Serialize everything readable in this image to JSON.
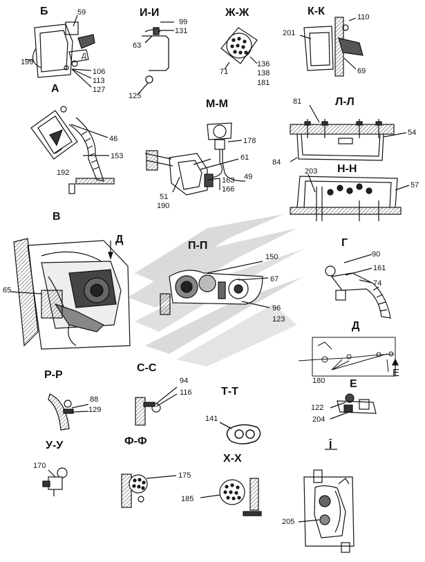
{
  "sections": {
    "b": "Б",
    "ii": "И-И",
    "zhzh": "Ж-Ж",
    "kk": "К-К",
    "a": "А",
    "mm": "М-М",
    "ll": "Л-Л",
    "nn": "Н-Н",
    "v": "В",
    "d_top": "Д",
    "pp": "П-П",
    "g": "Г",
    "d_right": "Д",
    "e": "Е",
    "rr": "Р-Р",
    "ss": "С-С",
    "tt": "Т-Т",
    "uu": "У-У",
    "ff": "Ф-Ф",
    "hh": "Х-Х",
    "i": "I"
  },
  "callouts": {
    "n59": "59",
    "n199": "199",
    "n_d_small": "Д",
    "n106": "106",
    "n113": "113",
    "n127": "127",
    "n99": "99",
    "n131": "131",
    "n63": "63",
    "n125": "125",
    "n71": "71",
    "n136": "136",
    "n138": "138",
    "n181": "181",
    "n110": "110",
    "n201": "201",
    "n69": "69",
    "n46": "46",
    "n153": "153",
    "n192": "192",
    "n178": "178",
    "n61": "61",
    "n49": "49",
    "n51": "51",
    "n190": "190",
    "n163": "163",
    "n166": "166",
    "n81": "81",
    "n54": "54",
    "n84": "84",
    "n203": "203",
    "n57": "57",
    "n65": "65",
    "n150": "150",
    "n67": "67",
    "n96": "96",
    "n123": "123",
    "n90": "90",
    "n161": "161",
    "n74": "74",
    "n180": "180",
    "n_e_arrow": "Е",
    "n122": "122",
    "n204": "204",
    "n88": "88",
    "n129": "129",
    "n94": "94",
    "n116": "116",
    "n141": "141",
    "n170": "170",
    "n175": "175",
    "n185": "185",
    "n205": "205"
  }
}
